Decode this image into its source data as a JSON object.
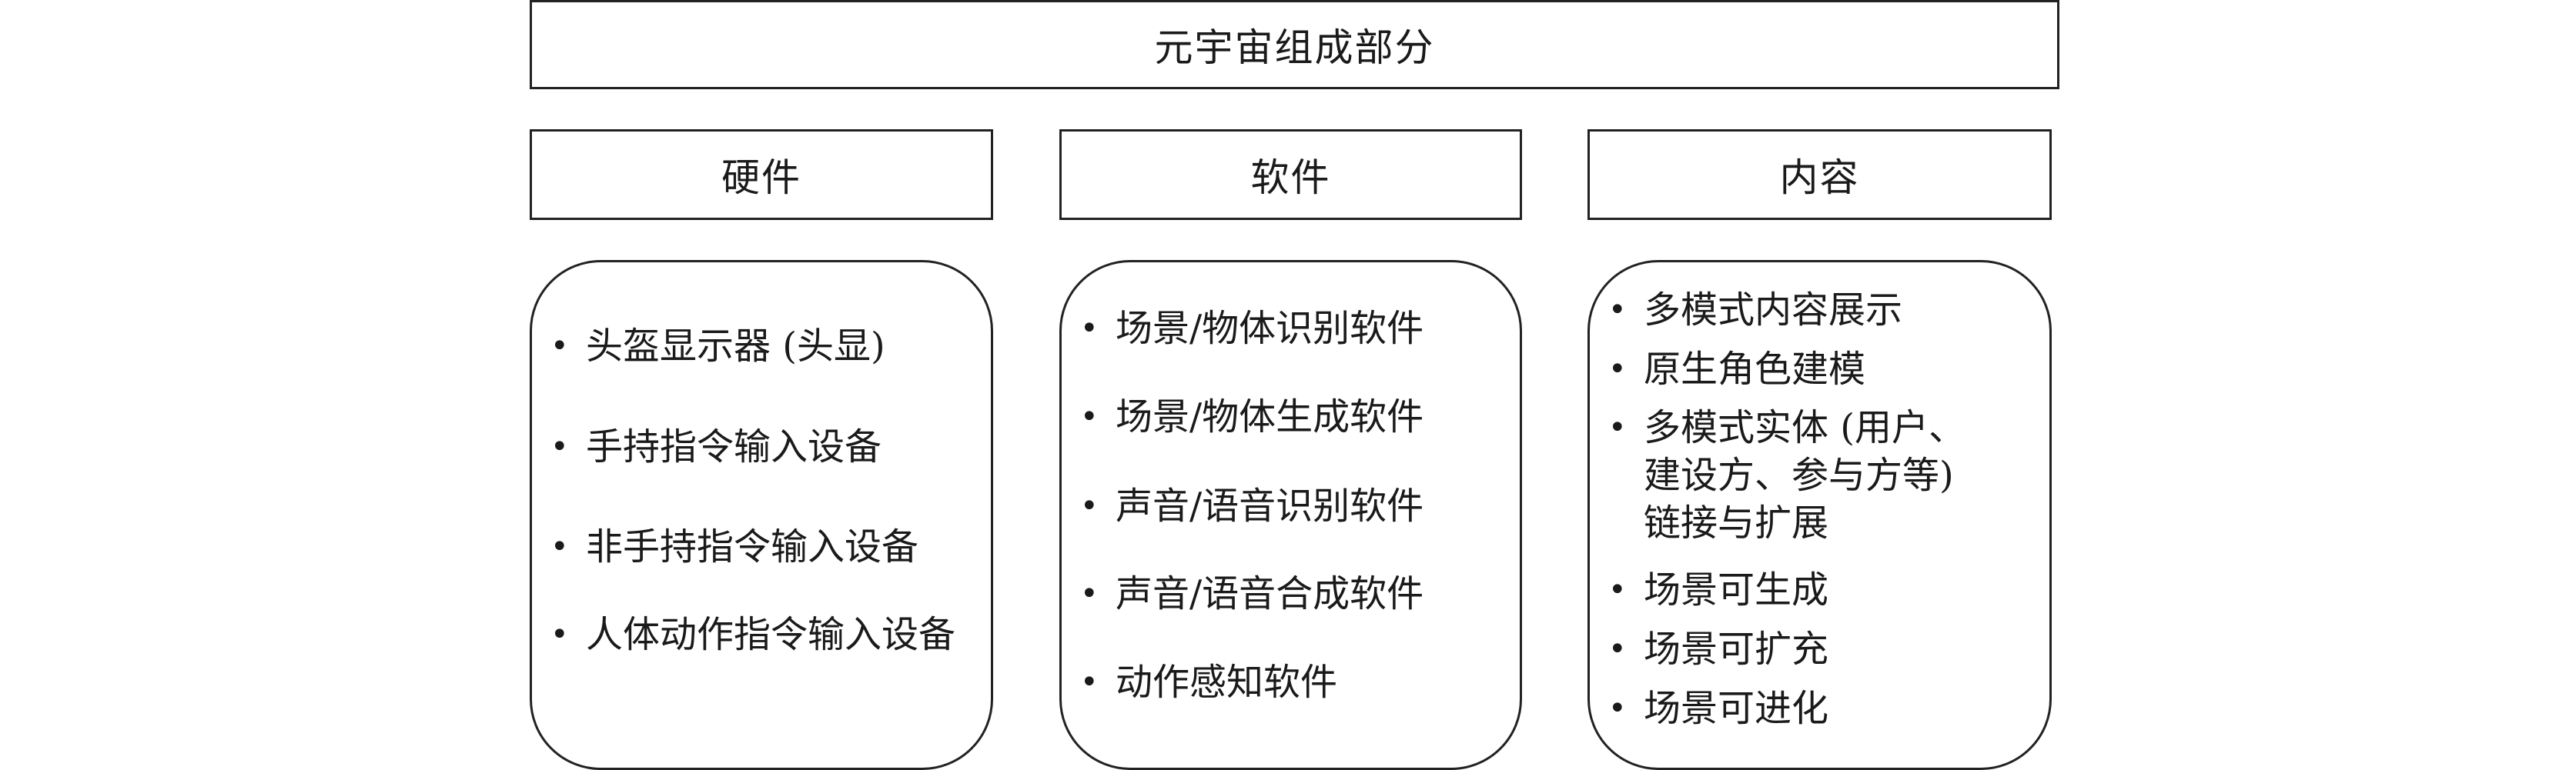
{
  "title": "元宇宙组成部分",
  "columns": [
    {
      "header": "硬件",
      "items": [
        "头盔显示器 (头显)",
        "手持指令输入设备",
        "非手持指令输入设备",
        "人体动作指令输入设备"
      ]
    },
    {
      "header": "软件",
      "items": [
        "场景/物体识别软件",
        "场景/物体生成软件",
        "声音/语音识别软件",
        "声音/语音合成软件",
        "动作感知软件"
      ]
    },
    {
      "header": "内容",
      "items": [
        {
          "lines": [
            "多模式内容展示"
          ]
        },
        {
          "lines": [
            "原生角色建模"
          ]
        },
        {
          "lines": [
            "多模式实体 (用户、",
            "建设方、参与方等)",
            "链接与扩展"
          ]
        },
        {
          "lines": [
            "场景可生成"
          ]
        },
        {
          "lines": [
            "场景可扩充"
          ]
        },
        {
          "lines": [
            "场景可进化"
          ]
        }
      ]
    }
  ]
}
